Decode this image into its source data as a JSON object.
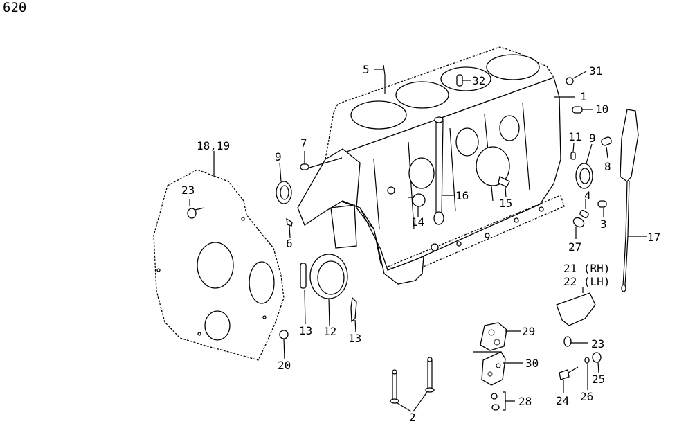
{
  "page_number": "620",
  "callouts": {
    "c1": "1",
    "c2": "2",
    "c3": "3",
    "c4": "4",
    "c5": "5",
    "c6": "6",
    "c7": "7",
    "c8": "8",
    "c9a": "9",
    "c9b": "9",
    "c10": "10",
    "c11": "11",
    "c12": "12",
    "c13a": "13",
    "c13b": "13",
    "c14": "14",
    "c15": "15",
    "c16": "16",
    "c17": "17",
    "c1819": "18,19",
    "c20": "20",
    "c21": "21 (RH)",
    "c22": "22 (LH)",
    "c23a": "23",
    "c23b": "23",
    "c24": "24",
    "c25": "25",
    "c26": "26",
    "c27": "27",
    "c28": "28",
    "c29": "29",
    "c30": "30",
    "c31": "31",
    "c32": "32"
  }
}
